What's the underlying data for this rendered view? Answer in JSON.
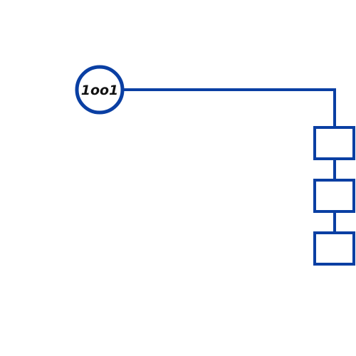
{
  "diagram": {
    "colors": {
      "stroke": "#0A3FA3",
      "background": "#FFFFFF",
      "label": "#111111"
    },
    "root": {
      "label": "1oo1",
      "shape": "circle"
    },
    "children": [
      {
        "shape": "rectangle",
        "label": ""
      },
      {
        "shape": "rectangle",
        "label": ""
      },
      {
        "shape": "rectangle",
        "label": ""
      }
    ]
  }
}
